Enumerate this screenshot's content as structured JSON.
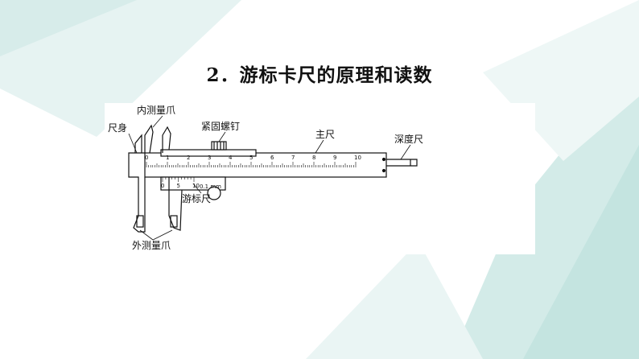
{
  "title": "2．游标卡尺的原理和读数",
  "diagram": {
    "labels": {
      "inner_jaws": "内测量爪",
      "ruler_body": "尺身",
      "locking_screw": "紧固螺钉",
      "main_scale": "主尺",
      "depth_rod": "深度尺",
      "vernier": "游标尺",
      "outer_jaws": "外测量爪"
    },
    "main_scale_numbers": [
      "0",
      "1",
      "2",
      "3",
      "4",
      "5",
      "6",
      "7",
      "8",
      "9",
      "10"
    ],
    "vernier_numbers": [
      "0",
      "5",
      "10"
    ],
    "vernier_precision": "0.1 mm"
  },
  "colors": {
    "background_accent": "#cfe9e6",
    "line": "#111111"
  }
}
